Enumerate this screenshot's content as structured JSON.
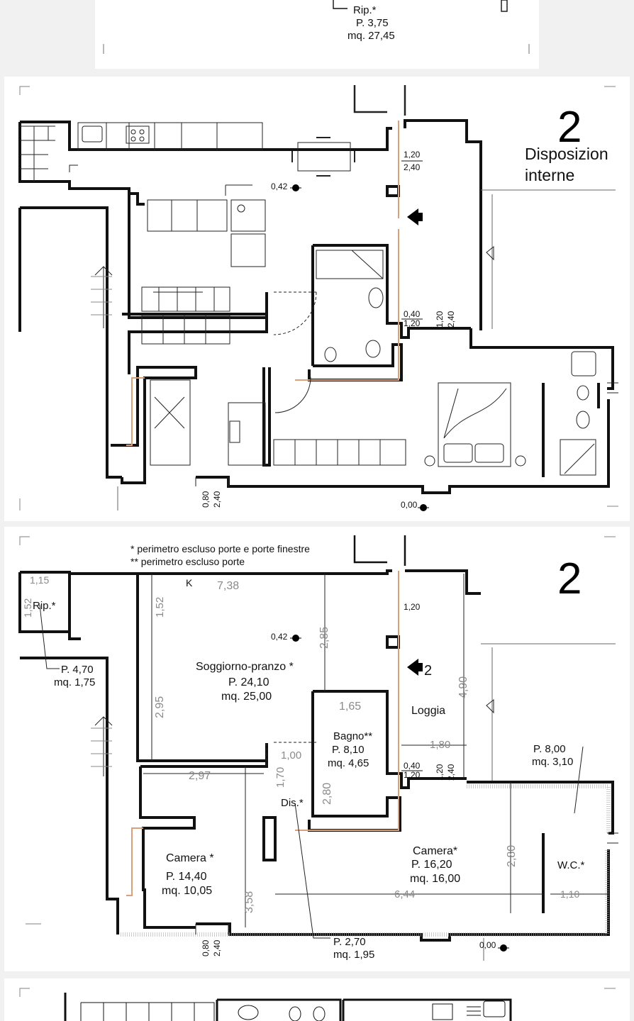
{
  "top_panel": {
    "room_name": "Rip.*",
    "perimeter": "P. 3,75",
    "area": "mq. 27,45"
  },
  "mid_panel": {
    "number": "2",
    "title_line1": "Disposizion",
    "title_line2": "interne",
    "elev_042": "0,42",
    "elev_000": "0,00",
    "dim_120_a": "1,20",
    "dim_240_a": "2,40",
    "dim_040": "0,40",
    "dim_120_b": "1,20",
    "dim_120_c": "1,20",
    "dim_240_b": "2,40",
    "dim_080": "0,80",
    "dim_240_c": "2,40"
  },
  "bot_panel": {
    "number": "2",
    "note1": "* perimetro escluso porte e porte finestre",
    "note2": "** perimetro escluso porte",
    "kitchen_mark": "K",
    "arrow_label": "2",
    "elev_042": "0,42",
    "elev_000": "0,00",
    "rooms": {
      "rip_name": "Rip.*",
      "rip_p": "P. 4,70",
      "rip_mq": "mq. 1,75",
      "soggiorno_name": "Soggiorno-pranzo *",
      "soggiorno_p": "P. 24,10",
      "soggiorno_mq": "mq. 25,00",
      "bagno_name": "Bagno**",
      "bagno_p": "P. 8,10",
      "bagno_mq": "mq. 4,65",
      "loggia_name": "Loggia",
      "wc_p": "P. 8,00",
      "wc_mq": "mq. 3,10",
      "wc_name": "W.C.*",
      "dis_name": "Dis.*",
      "dis_p": "P. 2,70",
      "dis_mq": "mq. 1,95",
      "camera1_name": "Camera *",
      "camera1_p": "P. 14,40",
      "camera1_mq": "mq. 10,05",
      "camera2_name": "Camera*",
      "camera2_p": "P. 16,20",
      "camera2_mq": "mq. 16,00"
    },
    "dims": {
      "d115": "1,15",
      "d152a": "1,52",
      "d152b": "1,52",
      "d738": "7,38",
      "d285": "2,85",
      "d295": "2,95",
      "d490": "4,90",
      "d165": "1,65",
      "d180": "1,80",
      "d100": "1,00",
      "d170": "1,70",
      "d297": "2,97",
      "d280a": "2,80",
      "d280b": "2,80",
      "d358": "3,58",
      "d644": "6,44",
      "d110": "1,10",
      "d120top": "1,20",
      "d040": "0,40",
      "d120": "1,20",
      "d120v": "1,20",
      "d240v": "2,40",
      "d080": "0,80",
      "d240b": "2,40"
    }
  }
}
